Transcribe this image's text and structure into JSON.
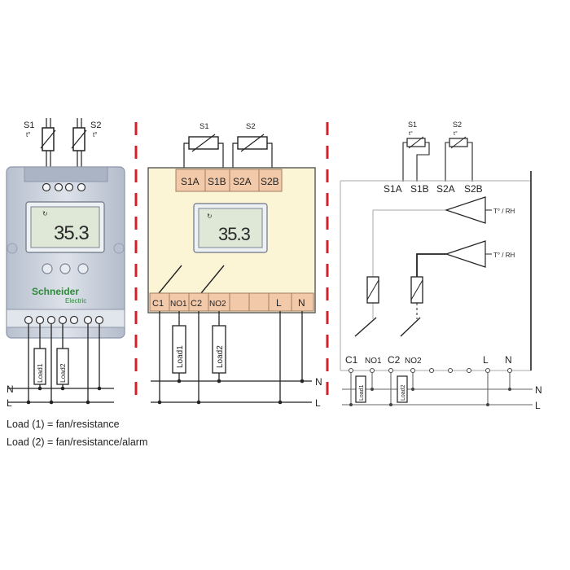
{
  "device": {
    "display_value": "35.3",
    "brand": "Schneider",
    "brand_sub": "Electric"
  },
  "sensors": {
    "s1": "S1",
    "s2": "S2",
    "s1_t": "t°",
    "s2_t": "t°"
  },
  "terminals_top": [
    "S1A",
    "S1B",
    "S2A",
    "S2B"
  ],
  "terminals_bottom": [
    "C1",
    "NO1",
    "C2",
    "NO2",
    "",
    "",
    "L",
    "N"
  ],
  "loads": {
    "load1": "Load1",
    "load2": "Load2"
  },
  "lines": {
    "n": "N",
    "l": "L"
  },
  "schematic": {
    "amp1": "T° / RH",
    "amp2": "T° / RH",
    "bottom_labels": [
      "C1",
      "NO1",
      "C2",
      "NO2",
      "L",
      "N"
    ]
  },
  "legend": {
    "line1": "Load (1) = fan/resistance",
    "line2": "Load (2) = fan/resistance/alarm"
  },
  "colors": {
    "panel_fill": "#fbf5d6",
    "terminal_fill": "#f2c9a9",
    "dash_red": "#d0202a",
    "device_body": "#c9d0dc",
    "display_bg": "#dfe8d7"
  }
}
